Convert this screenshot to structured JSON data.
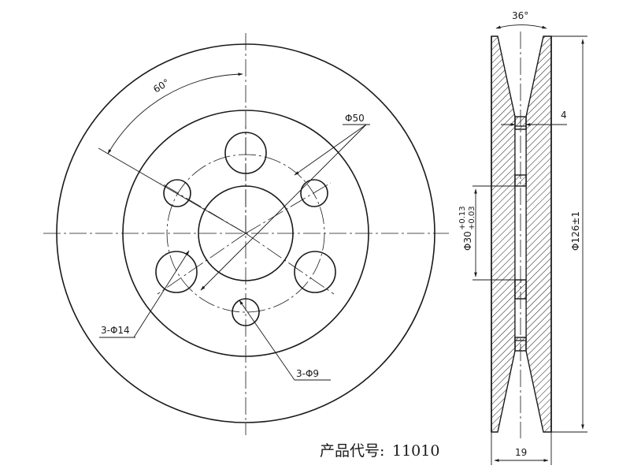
{
  "dimensions": {
    "angle_60": "60°",
    "dia_50": "Φ50",
    "holes_14": "3-Φ14",
    "holes_9": "3-Φ9",
    "angle_36": "36°",
    "thickness_4": "4",
    "bore": "Φ30",
    "bore_tol_upper": "+0.13",
    "bore_tol_lower": "+0.03",
    "outer_dia": "Φ126±1",
    "width_19": "19"
  },
  "product": {
    "code_label": "产品代号:",
    "code_value": "11010"
  }
}
